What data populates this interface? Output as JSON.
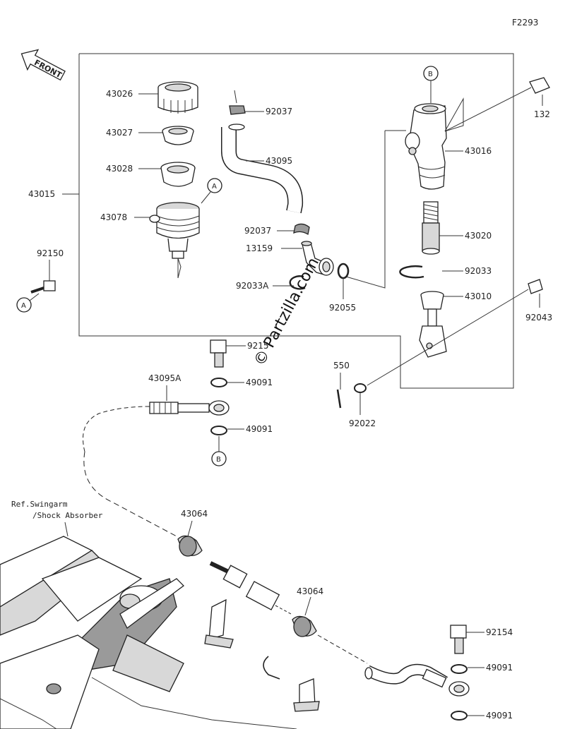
{
  "figure_code": "F2293",
  "front_label": "FRONT",
  "ref_label_line1": "Ref.Swingarm",
  "ref_label_line2": "/Shock Absorber",
  "watermark": "© Partzilla.com",
  "circle_markers": {
    "a": "A",
    "b": "B"
  },
  "parts": {
    "p43026": "43026",
    "p43027": "43027",
    "p43028": "43028",
    "p43078": "43078",
    "p43015": "43015",
    "p92037_top": "92037",
    "p43095": "43095",
    "p92037_mid": "92037",
    "p13159": "13159",
    "p92033A": "92033A",
    "p92055": "92055",
    "p92150": "92150",
    "p132": "132",
    "p43016": "43016",
    "p43020": "43020",
    "p92033": "92033",
    "p43010": "43010",
    "p92043": "92043",
    "p9215x": "9215",
    "p49091_a": "49091",
    "p49091_b": "49091",
    "p43095A": "43095A",
    "p550": "550",
    "p92022": "92022",
    "p43064_a": "43064",
    "p43064_b": "43064",
    "p92154": "92154",
    "p49091_c": "49091",
    "p49091_d": "49091"
  }
}
